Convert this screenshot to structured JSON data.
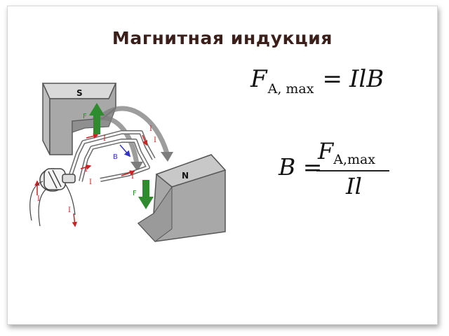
{
  "slide": {
    "title": "Магнитная индукция",
    "formula_force": {
      "symbol": "F",
      "subscript": "A, max",
      "equals": "=",
      "rhs": "IlB"
    },
    "formula_induction": {
      "lhs": "B",
      "equals": "=",
      "numerator_symbol": "F",
      "numerator_subscript": "A,max",
      "denominator": "Il"
    }
  },
  "diagram": {
    "pole_s": "S",
    "pole_n": "N",
    "force_top": "F",
    "force_bottom": "F",
    "field_vector": "B",
    "current_labels": [
      "I",
      "I",
      "I",
      "I",
      "I",
      "I",
      "I",
      "I"
    ],
    "colors": {
      "magnet": "#a8a8a8",
      "force_arrow": "#2e8b2e",
      "current": "#cc2222",
      "field_arrow": "#3333cc"
    }
  }
}
